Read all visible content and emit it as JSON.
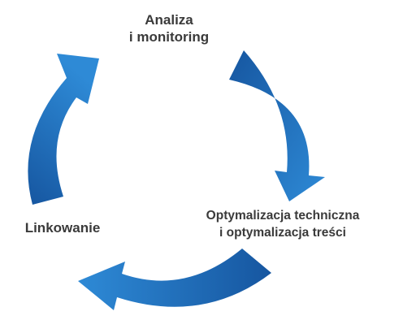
{
  "diagram": {
    "type": "cycle",
    "stages": [
      {
        "id": "analysis",
        "lines": [
          "Analiza",
          "i monitoring"
        ]
      },
      {
        "id": "optimization",
        "lines": [
          "Optymalizacja techniczna",
          "i optymalizacja treści"
        ]
      },
      {
        "id": "linking",
        "lines": [
          "Linkowanie"
        ]
      }
    ],
    "colors": {
      "arrow_dark": "#1656a0",
      "arrow_light": "#2e8ad6",
      "text": "#3a3a3a"
    }
  }
}
